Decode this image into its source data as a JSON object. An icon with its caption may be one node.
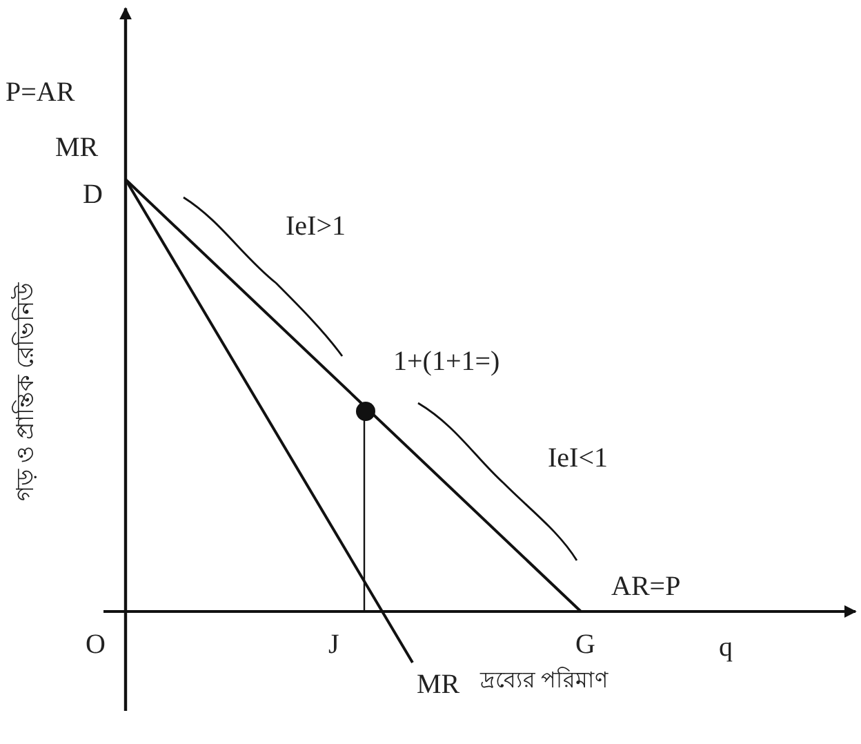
{
  "diagram": {
    "labels": [
      "P=AR",
      "MR",
      "D",
      "IeI>1",
      "গড় ও প্রান্তিক রেভিনিউ",
      "1+(1+1=)",
      "IeI<1",
      "AR=P",
      "O",
      "J",
      "G",
      "q",
      "MR",
      "দ্রব্যের পরিমাণ"
    ]
  }
}
